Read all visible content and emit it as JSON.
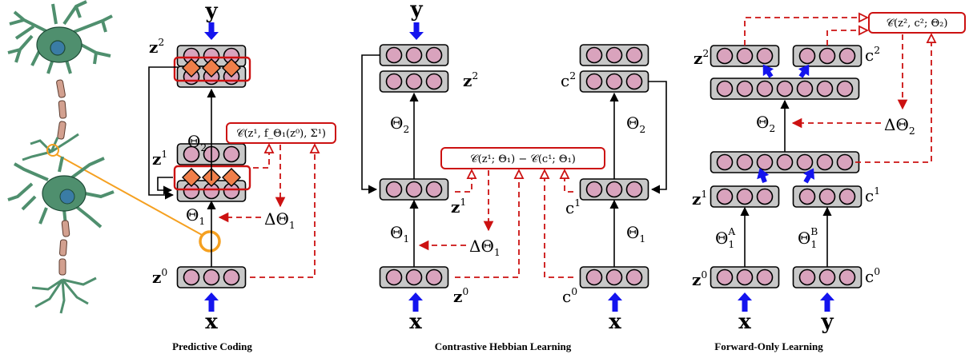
{
  "colors": {
    "layer_fill": "#c8c8c8",
    "node_fill": "#d9a3bd",
    "diamond_fill": "#f07f4a",
    "feedback": "#cc1111",
    "target": "#1414ee",
    "neuron_body": "#4f8f6e",
    "nucleus": "#3a7ca5",
    "axon": "#d2a08f",
    "synapse_highlight": "#f5a020"
  },
  "icons": [
    "neuron-illustration",
    "synapse-circle-icon",
    "diamond-error-icon",
    "blue-arrow-icon"
  ],
  "panels": {
    "pc": {
      "caption": "Predictive Coding",
      "y": "y",
      "x": "x",
      "z2": "z",
      "z2_sup": "2",
      "z1": "z",
      "z1_sup": "1",
      "z0": "z",
      "z0_sup": "0",
      "theta2": "Θ",
      "theta2_sub": "2",
      "theta1": "Θ",
      "theta1_sub": "1",
      "delta_theta1": "ΔΘ",
      "delta_theta1_sub": "1",
      "cost": "𝒞(z¹, f_Θ₁(z⁰), Σ¹)"
    },
    "chl": {
      "caption": "Contrastive Hebbian Learning",
      "y": "y",
      "x_left": "x",
      "x_right": "x",
      "z2": "z",
      "z2_sup": "2",
      "z1": "z",
      "z1_sup": "1",
      "z0": "z",
      "z0_sup": "0",
      "c2": "c",
      "c2_sup": "2",
      "c1": "c",
      "c1_sup": "1",
      "c0": "c",
      "c0_sup": "0",
      "theta2_left": "Θ",
      "theta2_right": "Θ",
      "theta2_sub": "2",
      "theta1_left": "Θ",
      "theta1_right": "Θ",
      "theta1_sub": "1",
      "delta_theta1": "ΔΘ",
      "delta_theta1_sub": "1",
      "cost": "𝒞(z¹; Θ₁) − 𝒞(c¹; Θ₁)"
    },
    "ffl": {
      "caption": "Forward-Only Learning",
      "x": "x",
      "y": "y",
      "z2": "z",
      "z2_sup": "2",
      "c2": "c",
      "c2_sup": "2",
      "z1": "z",
      "z1_sup": "1",
      "c1": "c",
      "c1_sup": "1",
      "z0": "z",
      "z0_sup": "0",
      "c0": "c",
      "c0_sup": "0",
      "theta2": "Θ",
      "theta2_sub": "2",
      "delta_theta2": "ΔΘ",
      "delta_theta2_sub": "2",
      "theta1A": "Θ",
      "theta1A_sub": "1",
      "theta1A_sup": "A",
      "theta1B": "Θ",
      "theta1B_sub": "1",
      "theta1B_sup": "B",
      "cost": "𝒞(z², c²; Θ₂)"
    }
  }
}
